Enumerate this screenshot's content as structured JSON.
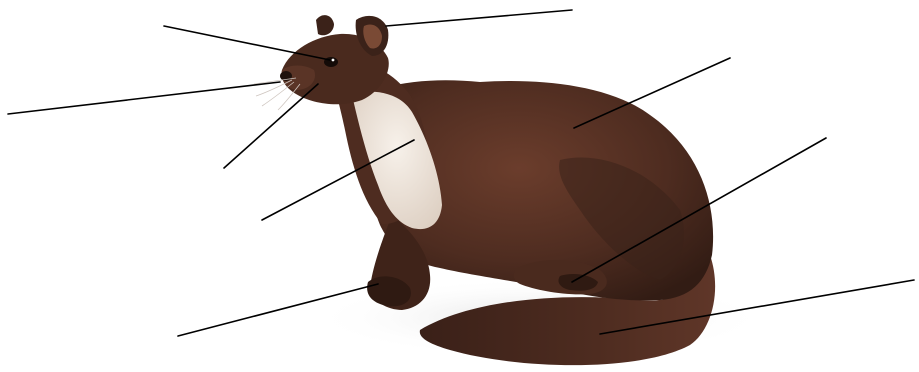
{
  "figure": {
    "subject": "",
    "colors": {
      "background": "#ffffff",
      "fur_dark": "#3b2219",
      "fur_mid": "#5a3426",
      "fur_light": "#7a4a35",
      "bib": "#efe6dc",
      "leader_line": "#000000"
    },
    "labels": [
      {
        "id": "eye",
        "text": ""
      },
      {
        "id": "ear",
        "text": ""
      },
      {
        "id": "nose",
        "text": ""
      },
      {
        "id": "whiskers",
        "text": ""
      },
      {
        "id": "back-fur",
        "text": ""
      },
      {
        "id": "throat-bib",
        "text": ""
      },
      {
        "id": "hind-foot",
        "text": ""
      },
      {
        "id": "front-paw",
        "text": ""
      },
      {
        "id": "tail",
        "text": ""
      }
    ]
  }
}
